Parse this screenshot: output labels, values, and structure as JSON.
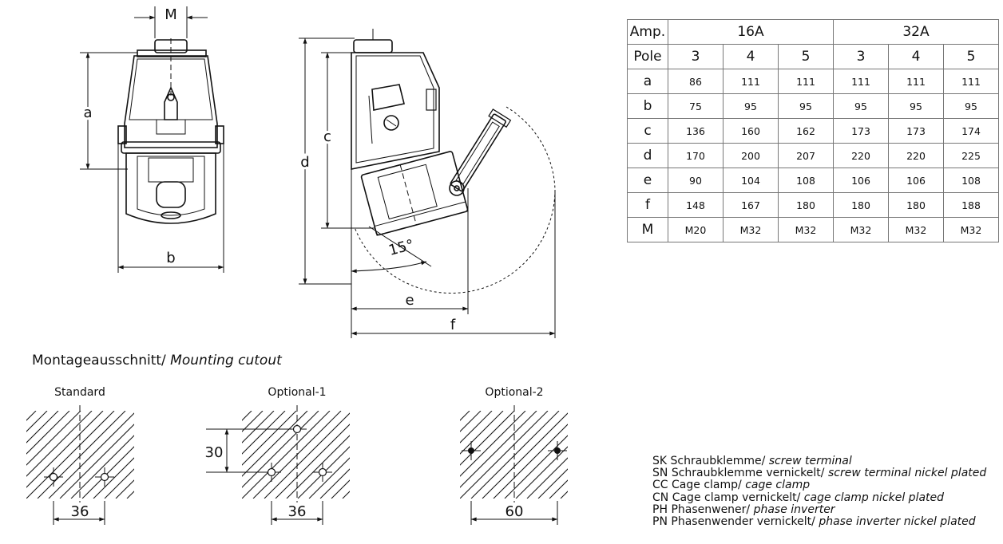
{
  "drawing": {
    "dim_labels": {
      "M": "M",
      "a": "a",
      "b": "b",
      "c": "c",
      "d": "d",
      "e": "e",
      "f": "f"
    },
    "angle_label": "15°"
  },
  "table": {
    "amp_label": "Amp.",
    "pole_label": "Pole",
    "groups": [
      "16A",
      "32A"
    ],
    "poles": [
      "3",
      "4",
      "5",
      "3",
      "4",
      "5"
    ],
    "rows": [
      {
        "label": "a",
        "values": [
          "86",
          "111",
          "111",
          "111",
          "111",
          "111"
        ]
      },
      {
        "label": "b",
        "values": [
          "75",
          "95",
          "95",
          "95",
          "95",
          "95"
        ]
      },
      {
        "label": "c",
        "values": [
          "136",
          "160",
          "162",
          "173",
          "173",
          "174"
        ]
      },
      {
        "label": "d",
        "values": [
          "170",
          "200",
          "207",
          "220",
          "220",
          "225"
        ]
      },
      {
        "label": "e",
        "values": [
          "90",
          "104",
          "108",
          "106",
          "106",
          "108"
        ]
      },
      {
        "label": "f",
        "values": [
          "148",
          "167",
          "180",
          "180",
          "180",
          "188"
        ]
      },
      {
        "label": "M",
        "values": [
          "M20",
          "M32",
          "M32",
          "M32",
          "M32",
          "M32"
        ]
      }
    ]
  },
  "cutout": {
    "title_de": "Montageausschnitt/",
    "title_en": "Mounting cutout",
    "standard": {
      "label": "Standard",
      "dim": "36"
    },
    "optional1": {
      "label": "Optional-1",
      "dim_h": "36",
      "dim_v": "30"
    },
    "optional2": {
      "label": "Optional-2",
      "dim": "60"
    }
  },
  "legend": [
    {
      "code": "SK",
      "de": "Schraubklemme/",
      "en": "screw terminal"
    },
    {
      "code": "SN",
      "de": "Schraubklemme vernickelt/",
      "en": "screw terminal nickel plated"
    },
    {
      "code": "CC",
      "de": "Cage clamp/",
      "en": "cage clamp"
    },
    {
      "code": "CN",
      "de": "Cage clamp vernickelt/",
      "en": "cage clamp nickel plated"
    },
    {
      "code": "PH",
      "de": "Phasenwener/",
      "en": "phase inverter"
    },
    {
      "code": "PN",
      "de": "Phasenwender vernickelt/",
      "en": "phase inverter nickel plated"
    }
  ]
}
